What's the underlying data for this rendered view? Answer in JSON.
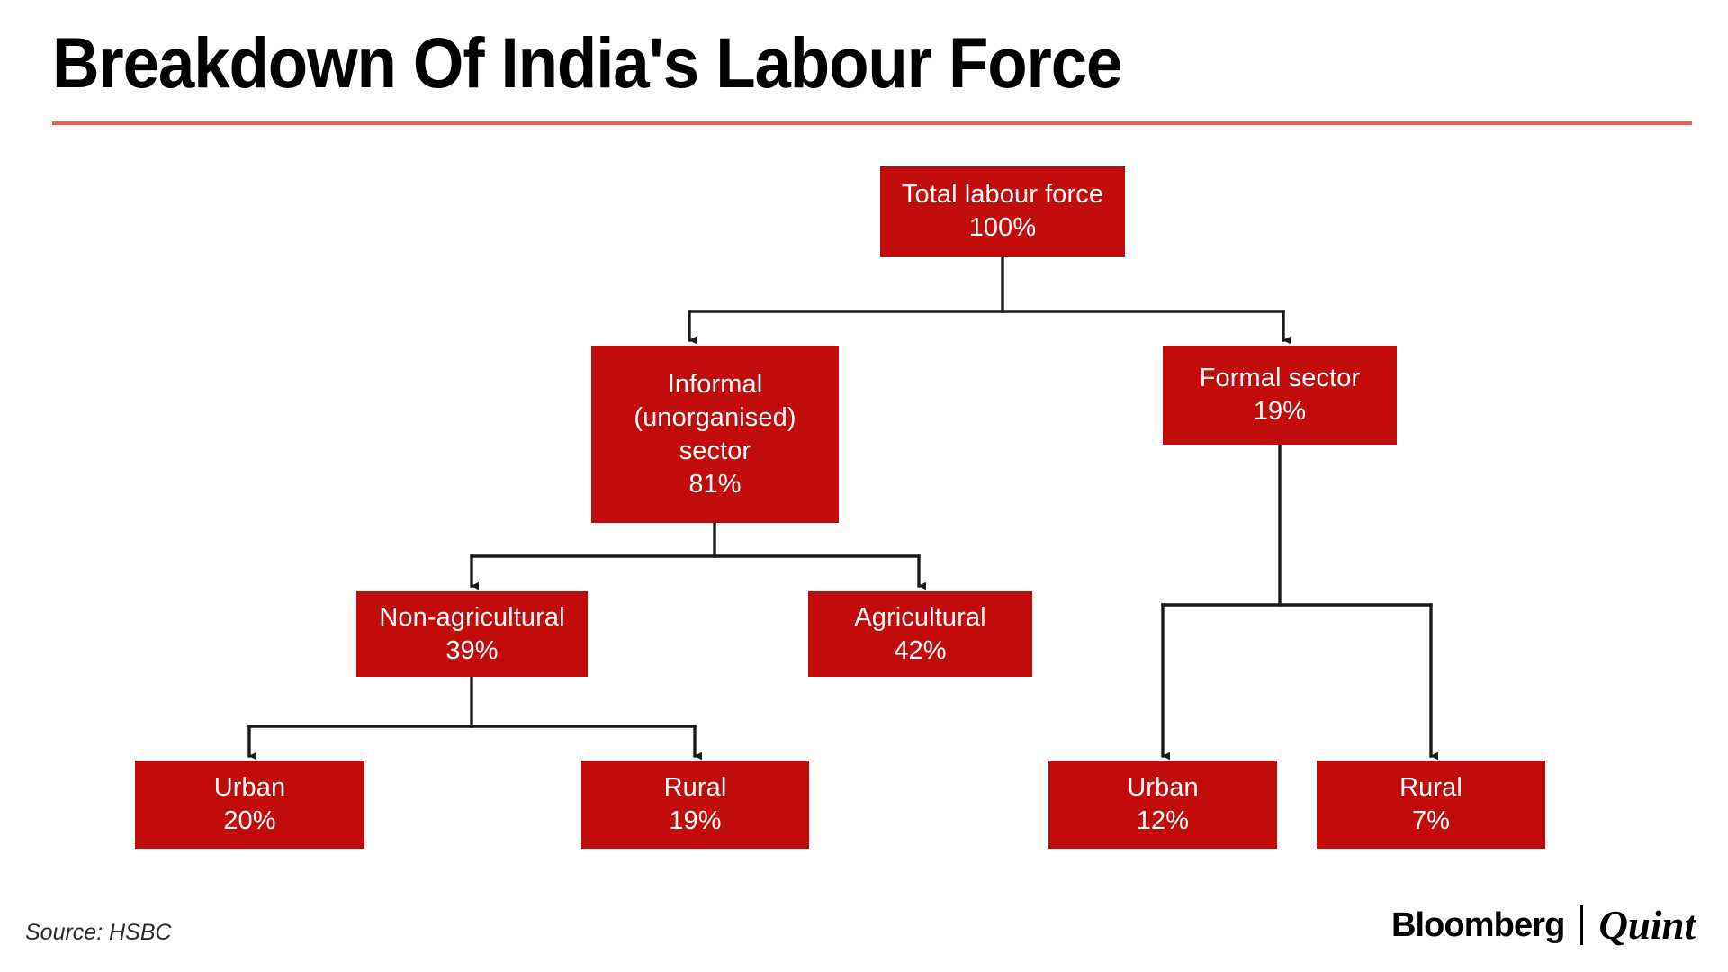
{
  "header": {
    "title": "Breakdown Of India's Labour Force",
    "rule_color": "#E8614A"
  },
  "footer": {
    "source": "Source: HSBC",
    "brand_primary": "Bloomberg",
    "brand_secondary": "Quint"
  },
  "chart_data": {
    "type": "diagram",
    "diagram_kind": "tree",
    "title": "Breakdown Of India's Labour Force",
    "units": "percent of total labour force",
    "node_color": "#C20B0B",
    "node_text_color": "#FFFFFF",
    "connector_color": "#1A1A1A",
    "nodes": [
      {
        "id": "total",
        "label": "Total labour force",
        "value": "100%",
        "level": 0,
        "parent": null
      },
      {
        "id": "informal",
        "label": "Informal (unorganised) sector",
        "value": "81%",
        "level": 1,
        "parent": "total"
      },
      {
        "id": "formal",
        "label": "Formal sector",
        "value": "19%",
        "level": 1,
        "parent": "total"
      },
      {
        "id": "nonagri",
        "label": "Non-agricultural",
        "value": "39%",
        "level": 2,
        "parent": "informal"
      },
      {
        "id": "agri",
        "label": "Agricultural",
        "value": "42%",
        "level": 2,
        "parent": "informal"
      },
      {
        "id": "urban_inf",
        "label": "Urban",
        "value": "20%",
        "level": 3,
        "parent": "nonagri"
      },
      {
        "id": "rural_inf",
        "label": "Rural",
        "value": "19%",
        "level": 3,
        "parent": "nonagri"
      },
      {
        "id": "urban_for",
        "label": "Urban",
        "value": "12%",
        "level": 2,
        "parent": "formal"
      },
      {
        "id": "rural_for",
        "label": "Rural",
        "value": "7%",
        "level": 2,
        "parent": "formal"
      }
    ]
  },
  "nodes": {
    "total": {
      "line1": "Total labour force",
      "line2": "100%"
    },
    "informal": {
      "line1": "Informal",
      "line2": "(unorganised)",
      "line3": "sector",
      "line4": "81%"
    },
    "formal": {
      "line1": "Formal sector",
      "line2": "19%"
    },
    "nonagri": {
      "line1": "Non-agricultural",
      "line2": "39%"
    },
    "agri": {
      "line1": "Agricultural",
      "line2": "42%"
    },
    "urban_inf": {
      "line1": "Urban",
      "line2": "20%"
    },
    "rural_inf": {
      "line1": "Rural",
      "line2": "19%"
    },
    "urban_for": {
      "line1": "Urban",
      "line2": "12%"
    },
    "rural_for": {
      "line1": "Rural",
      "line2": "7%"
    }
  }
}
